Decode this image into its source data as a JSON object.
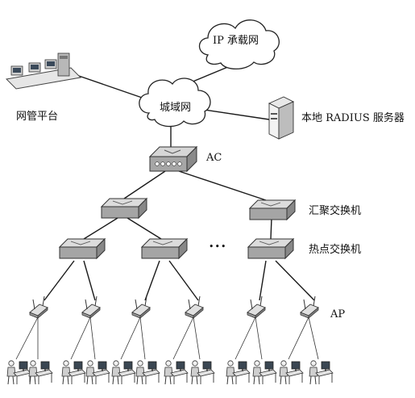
{
  "labels": {
    "ip_network": "IP 承载网",
    "metro_network": "城域网",
    "nms": "网管平台",
    "radius": "本地 RADIUS 服务器",
    "ac": "AC",
    "aggregation": "汇聚交换机",
    "hotspot": "热点交换机",
    "ellipsis": "•••",
    "ap": "AP"
  },
  "colors": {
    "line": "#1a1a1a",
    "device_top": "#d9d9d9",
    "device_side": "#9a9a9a",
    "cloud": "#ffffff"
  }
}
